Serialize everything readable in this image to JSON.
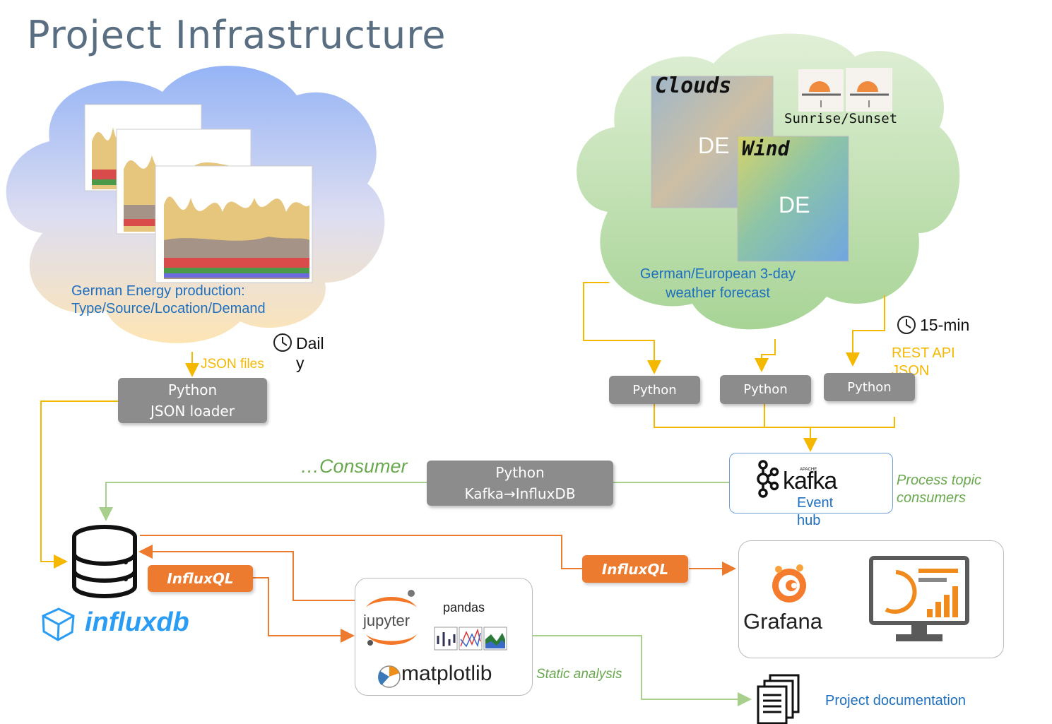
{
  "title": "Project Infrastructure",
  "energy": {
    "caption_line1": "German Energy production:",
    "caption_line2": "Type/Source/Location/Demand",
    "json_files": "JSON files",
    "schedule_line1": "Dail",
    "schedule_line2": "y"
  },
  "weather": {
    "clouds": "Clouds",
    "wind": "Wind",
    "de1": "DE",
    "de2": "DE",
    "sunrise": "Sunrise/Sunset",
    "caption_line1": "German/European 3-day",
    "caption_line2": "weather forecast",
    "schedule": "15-min",
    "rest_line1": "REST API",
    "rest_line2": "JSON"
  },
  "boxes": {
    "json_loader_line1": "Python",
    "json_loader_line2": "JSON loader",
    "py1": "Python",
    "py2": "Python",
    "py3": "Python",
    "consumer_line1": "Python",
    "consumer_line2": "Kafka→InfluxDB",
    "influxql1": "InfluxQL",
    "influxql2": "InfluxQL"
  },
  "labels": {
    "consumer": "…Consumer",
    "kafka": "kafka",
    "kafka_small": "APACHE",
    "event_hub_line1": "Event",
    "event_hub_line2": "hub",
    "process_line1": "Process topic",
    "process_line2": "consumers",
    "influxdb": "influxdb",
    "jupyter": "jupyter",
    "pandas": "pandas",
    "matplotlib": "matplotlib",
    "static": "Static analysis",
    "grafana": "Grafana",
    "docs": "Project documentation"
  },
  "colors": {
    "yellow_arrow": "#f5b800",
    "green_arrow": "#a8cf8c",
    "orange_arrow": "#ec7a2f",
    "gray_box": "#8c8c8c",
    "blue_text": "#1f6fbf"
  }
}
